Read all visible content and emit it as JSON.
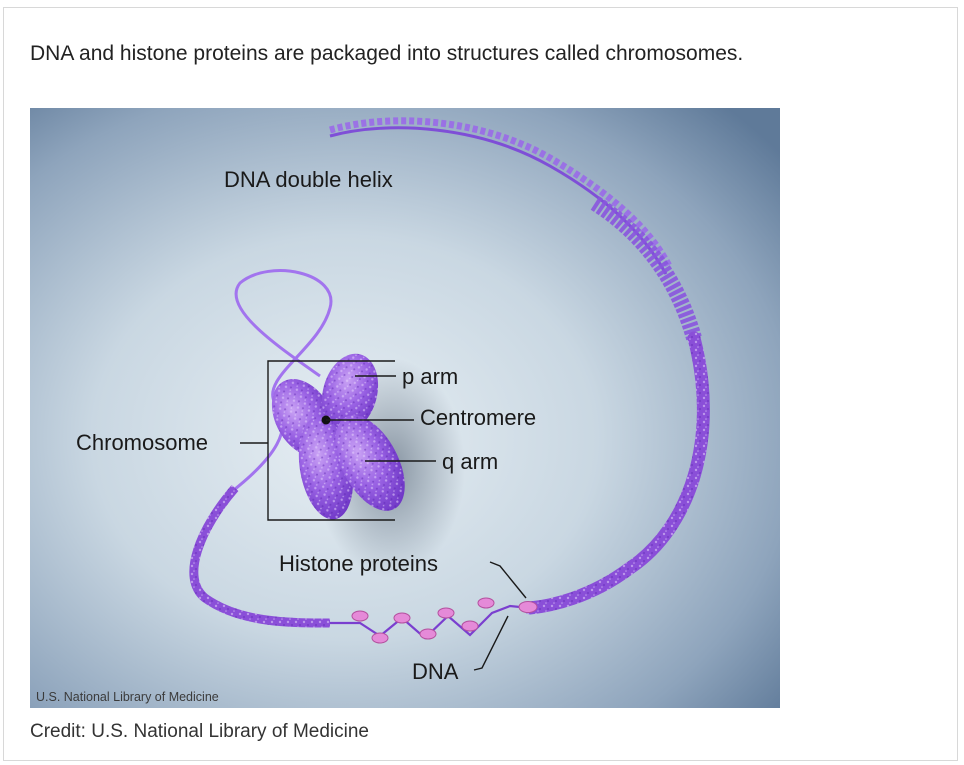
{
  "heading": "DNA and histone proteins are packaged into structures called chromosomes.",
  "diagram": {
    "labels": {
      "dna_double_helix": "DNA double helix",
      "p_arm": "p arm",
      "centromere": "Centromere",
      "q_arm": "q arm",
      "chromosome": "Chromosome",
      "histone_proteins": "Histone proteins",
      "dna": "DNA"
    },
    "watermark": "U.S. National Library of Medicine",
    "colors": {
      "background_center": "#dde7ee",
      "background_edge": "#5f7a99",
      "chromatin": "#8a4fd8",
      "histone": "#e58ad8",
      "label_line": "#1a1a1a"
    }
  },
  "credit": "Credit: U.S. National Library of Medicine"
}
